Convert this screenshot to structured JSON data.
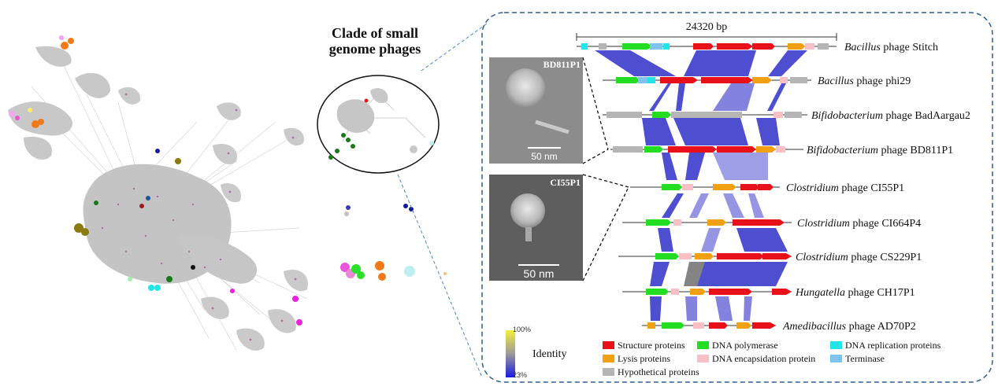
{
  "clade": {
    "line1": "Clade of small",
    "line2": "genome phages"
  },
  "scale_label": "24320 bp",
  "genomes": [
    {
      "genus": "Bacillus",
      "rest": " phage Stitch"
    },
    {
      "genus": "Bacillus",
      "rest": " phage phi29"
    },
    {
      "genus": "Bifidobacterium",
      "rest": " phage BadAargau2"
    },
    {
      "genus": "Bifidobacterium",
      "rest": " phage BD811P1"
    },
    {
      "genus": "Clostridium",
      "rest": " phage CI55P1"
    },
    {
      "genus": "Clostridium",
      "rest": " phage CI664P4"
    },
    {
      "genus": "Clostridium",
      "rest": " phage CS229P1"
    },
    {
      "genus": "Hungatella",
      "rest": " phage CH17P1"
    },
    {
      "genus": "Amedibacillus",
      "rest": " phage AD70P2"
    }
  ],
  "micrographs": [
    {
      "label": "BD811P1",
      "scale": "50 nm"
    },
    {
      "label": "CI55P1",
      "scale": "50 nm"
    }
  ],
  "identity": {
    "title": "Identity",
    "max": "100%",
    "min": "23%"
  },
  "legend": [
    {
      "label": "Structure proteins",
      "color": "#e8111a"
    },
    {
      "label": "DNA polymerase",
      "color": "#22dd22"
    },
    {
      "label": "DNA replication proteins",
      "color": "#22e5ea"
    },
    {
      "label": "Lysis proteins",
      "color": "#f0a010"
    },
    {
      "label": "DNA encapsidation protein",
      "color": "#f6c0c4"
    },
    {
      "label": "Terminase",
      "color": "#7fc3ea"
    },
    {
      "label": "Hypothetical proteins",
      "color": "#b5b5b5"
    }
  ]
}
